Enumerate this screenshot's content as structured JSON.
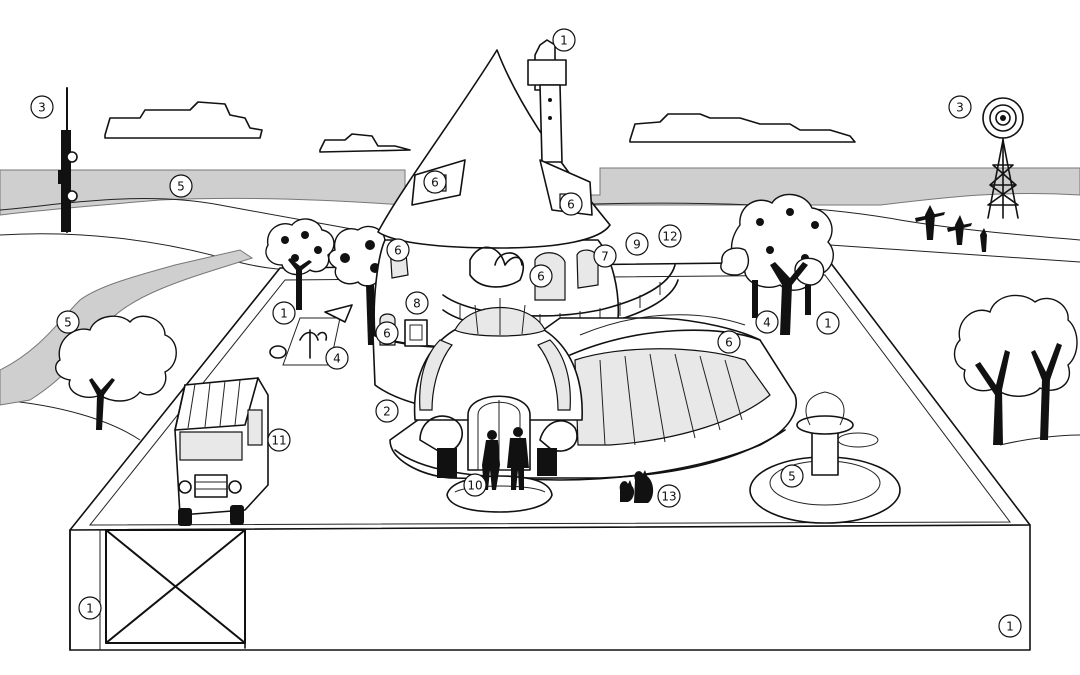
{
  "colors": {
    "ink": "#111111",
    "paper": "#ffffff",
    "band": "#cfcfcf",
    "glass": "#e8e8e8"
  },
  "callouts": [
    {
      "id": "c-tower",
      "label": "1"
    },
    {
      "id": "c-antenna-left",
      "label": "3"
    },
    {
      "id": "c-antenna-right",
      "label": "3"
    },
    {
      "id": "c-band-top",
      "label": "5"
    },
    {
      "id": "c-band-left",
      "label": "5"
    },
    {
      "id": "c-fountain",
      "label": "5"
    },
    {
      "id": "c-dormer-1",
      "label": "6"
    },
    {
      "id": "c-dormer-2",
      "label": "6"
    },
    {
      "id": "c-window-1",
      "label": "6"
    },
    {
      "id": "c-window-2",
      "label": "6"
    },
    {
      "id": "c-door-6",
      "label": "6"
    },
    {
      "id": "c-greenhouse",
      "label": "6"
    },
    {
      "id": "c-window-7",
      "label": "7"
    },
    {
      "id": "c-balcony-9",
      "label": "9"
    },
    {
      "id": "c-balcony-12",
      "label": "12"
    },
    {
      "id": "c-sign-8",
      "label": "8"
    },
    {
      "id": "c-wall-left",
      "label": "1"
    },
    {
      "id": "c-wall-right",
      "label": "1"
    },
    {
      "id": "c-gate",
      "label": "1"
    },
    {
      "id": "c-corner",
      "label": "1"
    },
    {
      "id": "c-garden-left",
      "label": "4"
    },
    {
      "id": "c-garden-right",
      "label": "4"
    },
    {
      "id": "c-house-base",
      "label": "2"
    },
    {
      "id": "c-people",
      "label": "10"
    },
    {
      "id": "c-bus",
      "label": "11"
    },
    {
      "id": "c-cats",
      "label": "13"
    }
  ]
}
